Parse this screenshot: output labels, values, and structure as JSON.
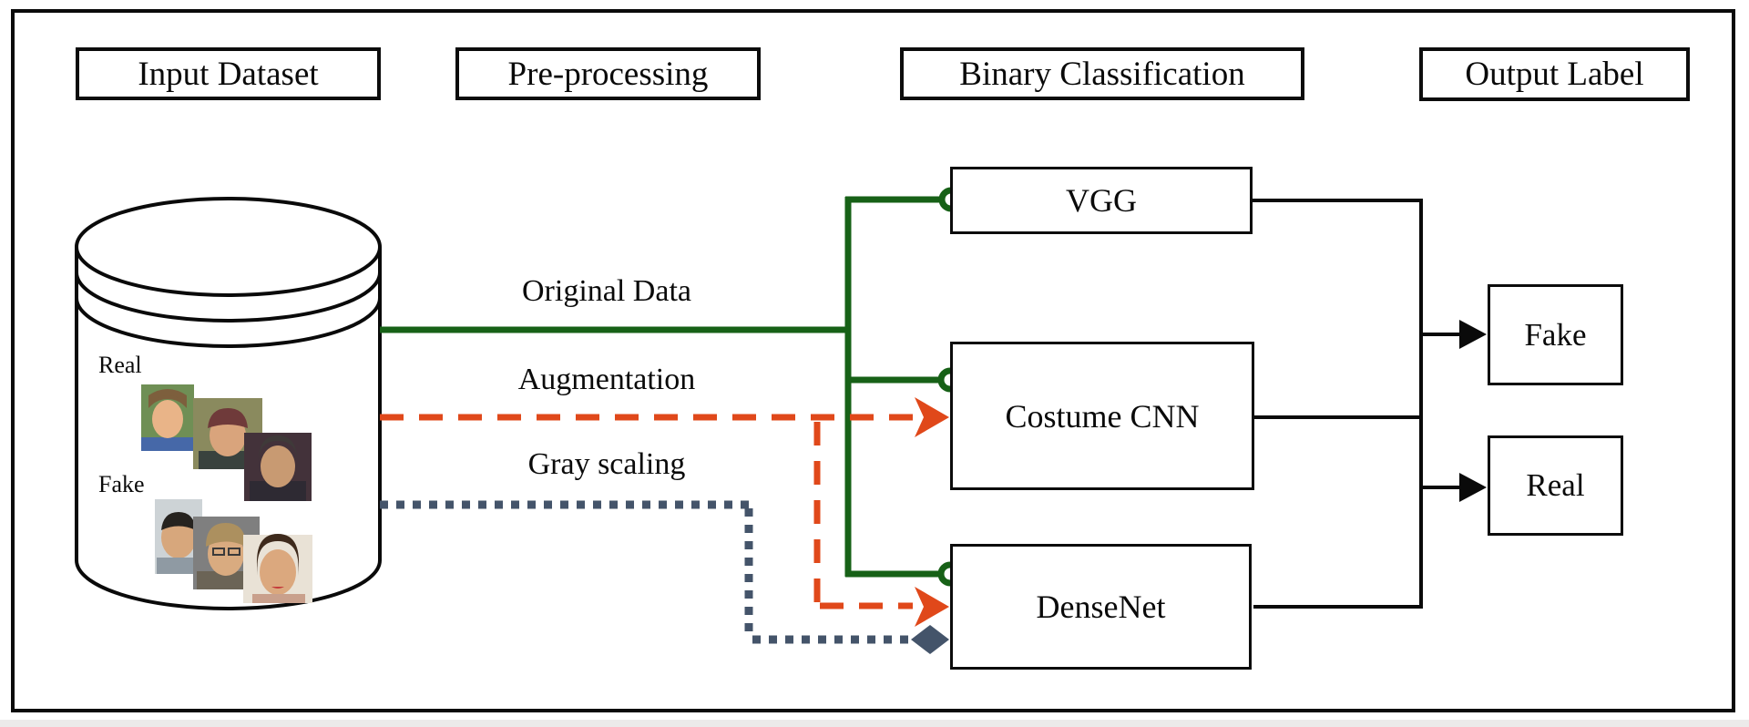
{
  "diagram": {
    "title_stages": [
      {
        "label": "Input Dataset"
      },
      {
        "label": "Pre-processing"
      },
      {
        "label": "Binary Classification"
      },
      {
        "label": "Output Label"
      }
    ],
    "dataset": {
      "real_group_label": "Real",
      "fake_group_label": "Fake"
    },
    "flows": [
      {
        "label": "Original Data",
        "style": "solid",
        "color": "#176117"
      },
      {
        "label": "Augmentation",
        "style": "dashed",
        "color": "#e0481a"
      },
      {
        "label": "Gray scaling",
        "style": "dotted",
        "color": "#44546a"
      }
    ],
    "classifiers": [
      {
        "label": "VGG"
      },
      {
        "label": "Costume CNN"
      },
      {
        "label": "DenseNet"
      }
    ],
    "outputs": [
      {
        "label": "Fake"
      },
      {
        "label": "Real"
      }
    ],
    "colors": {
      "line_black": "#0a0a0a",
      "original_data_green": "#176117",
      "augmentation_orange": "#e0481a",
      "gray_scaling_slate": "#44546a"
    }
  }
}
